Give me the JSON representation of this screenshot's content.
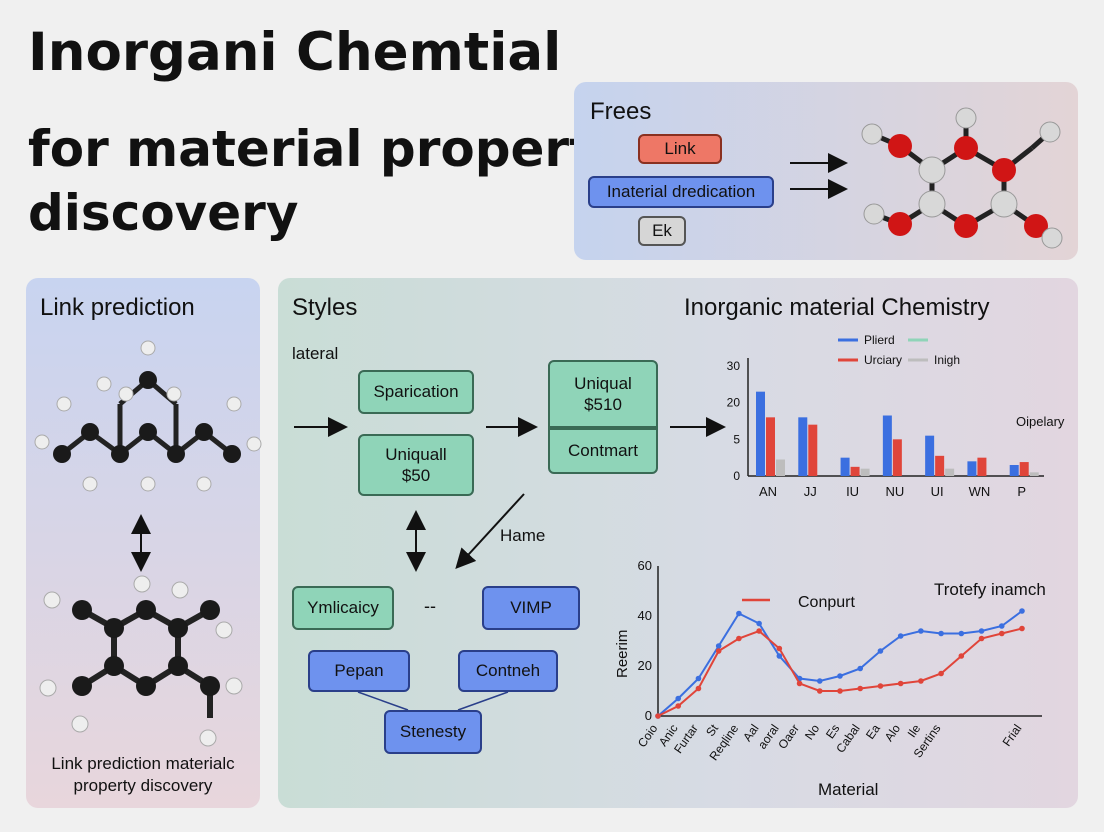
{
  "heading": {
    "line1": "Inorgani Chemtial",
    "line2": "for material property",
    "line3": "discovery"
  },
  "frees_panel": {
    "title": "Frees",
    "boxes": [
      "Link",
      "Inaterial dredication",
      "Ek"
    ]
  },
  "left_panel": {
    "title": "Link prediction",
    "caption_line1": "Link prediction materialc",
    "caption_line2": "property discovery"
  },
  "styles_panel": {
    "title": "Styles",
    "input_label": "lateral",
    "boxes": {
      "sparication": "Sparication",
      "uniquall": "Uniquall\n$50",
      "uniqual": "Uniqual\n$510",
      "contmart": "Contmart",
      "ymlicaicy": "Ymlicaicy",
      "vimp": "VIMP",
      "pepan": "Pepan",
      "contneh": "Contneh",
      "stenesty": "Stenesty"
    },
    "hame_label": "Hame",
    "dash_label": "--"
  },
  "bar_chart": {
    "title": "Inorganic material Chemistry",
    "side_label": "Oipelary",
    "colors": {
      "blue": "#3b6fe0",
      "red": "#e0453a",
      "teal": "#8fd4b8",
      "gray": "#bdbdbd"
    },
    "legend": [
      {
        "name": "Plierd",
        "color": "#3b6fe0"
      },
      {
        "name": "",
        "color": "#8fd4b8"
      },
      {
        "name": "Urciary",
        "color": "#e0453a"
      },
      {
        "name": "Inigh",
        "color": "#bdbdbd"
      }
    ]
  },
  "line_chart": {
    "title": "Trotefy inamch",
    "legend_label": "Conpurt",
    "xlabel": "Material",
    "ylabel": "Reerim",
    "colors": {
      "blue": "#3b6fe0",
      "red": "#e0453a"
    }
  },
  "chart_data": [
    {
      "type": "bar",
      "title": "Inorganic material Chemistry",
      "categories": [
        "AN",
        "JJ",
        "IU",
        "NU",
        "UI",
        "WN",
        "P"
      ],
      "y_ticks": [
        "0",
        "5",
        "20",
        "30"
      ],
      "ylim": [
        0,
        30
      ],
      "series": [
        {
          "name": "Plierd",
          "values": [
            23,
            16,
            5,
            16.5,
            11,
            4,
            3
          ]
        },
        {
          "name": "Urciary",
          "values": [
            16,
            14,
            2.5,
            10,
            5.5,
            5,
            3.8
          ]
        },
        {
          "name": "Inigh",
          "values": [
            4.5,
            0,
            2,
            0,
            2,
            0,
            1
          ]
        }
      ]
    },
    {
      "type": "line",
      "title": "Trotefy inamch",
      "xlabel": "Material",
      "ylabel": "Reerim",
      "x": [
        "Coio",
        "Anic",
        "Furtar",
        "St",
        "Reqline",
        "Aal",
        "aoral",
        "Oaer",
        "No",
        "Es",
        "Cabal",
        "Ea",
        "Alo",
        "Ile",
        "Sertins",
        "",
        "",
        "",
        "",
        "Frial"
      ],
      "y_ticks": [
        "0",
        "20",
        "40",
        "60"
      ],
      "ylim": [
        0,
        60
      ],
      "series": [
        {
          "name": "",
          "values": [
            0,
            7,
            15,
            28,
            41,
            37,
            24,
            15,
            14,
            16,
            19,
            26,
            32,
            34,
            33,
            33,
            34,
            36,
            42
          ]
        },
        {
          "name": "Conpurt",
          "values": [
            0,
            4,
            11,
            26,
            31,
            34,
            27,
            13,
            10,
            10,
            11,
            12,
            13,
            14,
            17,
            24,
            31,
            33,
            35
          ]
        }
      ]
    }
  ]
}
